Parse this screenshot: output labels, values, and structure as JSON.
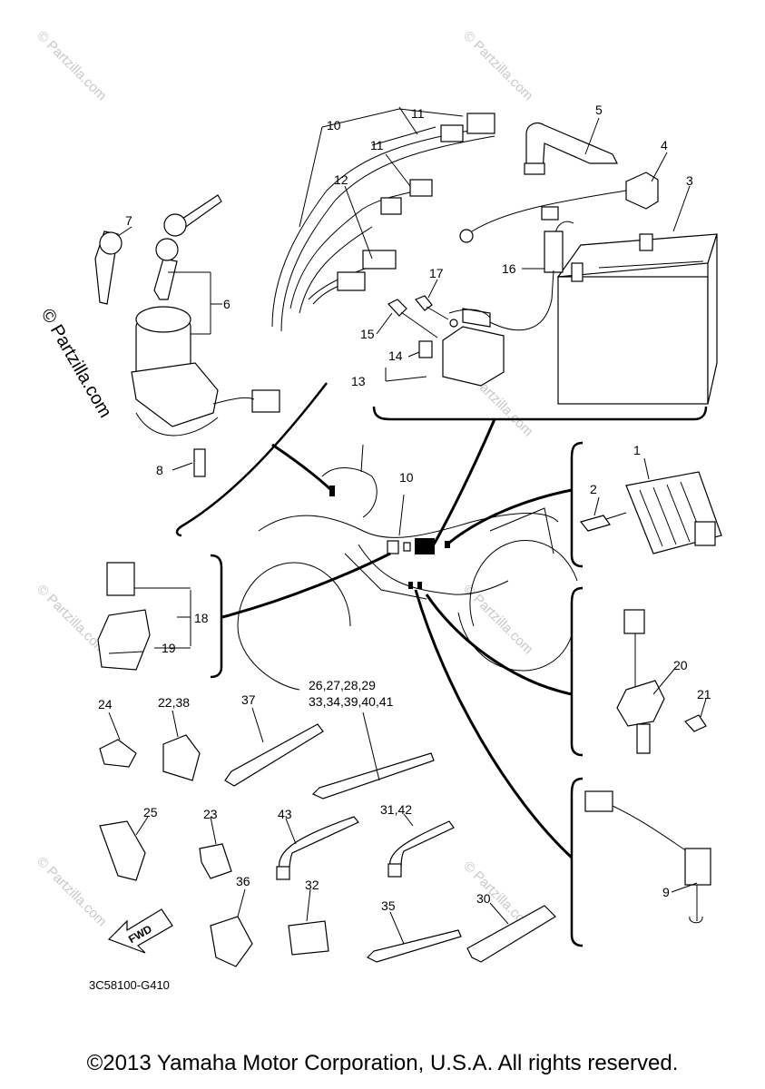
{
  "watermark": "© Partzilla.com",
  "side_watermark": "© Partzilla.com",
  "fwd_label": "FWD",
  "diagram_code": "3C58100-G410",
  "copyright": "©2013 Yamaha Motor Corporation, U.S.A. All rights reserved.",
  "callouts": {
    "c1": "1",
    "c2": "2",
    "c3": "3",
    "c4": "4",
    "c5": "5",
    "c6": "6",
    "c7": "7",
    "c8": "8",
    "c9": "9",
    "c10a": "10",
    "c10b": "10",
    "c11a": "11",
    "c11b": "11",
    "c12": "12",
    "c13": "13",
    "c14": "14",
    "c15": "15",
    "c16": "16",
    "c17": "17",
    "c18": "18",
    "c19": "19",
    "c20": "20",
    "c21": "21",
    "c23": "23",
    "c24": "24",
    "c25": "25",
    "c30": "30",
    "c31_42": "31,42",
    "c32": "32",
    "c35": "35",
    "c36": "36",
    "c37": "37",
    "c43": "43",
    "c22_38": "22,38",
    "c26_line1": "26,27,28,29",
    "c26_line2": "33,34,39,40,41"
  }
}
